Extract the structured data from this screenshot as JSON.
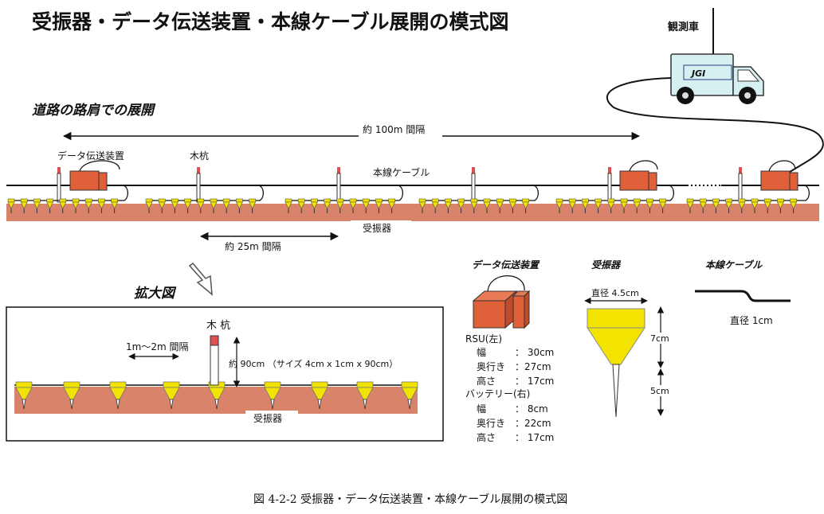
{
  "title": "受振器・データ伝送装置・本線ケーブル展開の模式図",
  "observation_vehicle": {
    "label": "観測車",
    "logo": "JGI"
  },
  "section_road": "道路の路肩での展開",
  "interval_100m": "約 100m 間隔",
  "interval_25m": "約 25m 間隔",
  "label_data_unit": "データ伝送装置",
  "label_stake": "木杭",
  "label_main_cable": "本線ケーブル",
  "label_geophone": "受振器",
  "section_enlarged": "拡大図",
  "enlarged": {
    "stake_label": "木 杭",
    "spacing": "1m〜2m 間隔",
    "stake_height": "約 90cm （サイズ 4cm x 1cm x 90cm）",
    "geophone_label": "受振器"
  },
  "legend_unit": {
    "heading": "データ伝送装置",
    "rsu_heading": "RSU(左)",
    "rsu_specs": [
      {
        "name": "幅",
        "value": "：  30cm"
      },
      {
        "name": "奥行き",
        "value": "：27cm"
      },
      {
        "name": "高さ",
        "value": "：  17cm"
      }
    ],
    "battery_heading": "バッテリー(右)",
    "battery_specs": [
      {
        "name": "幅",
        "value": "：  8cm"
      },
      {
        "name": "奥行き",
        "value": "：22cm"
      },
      {
        "name": "高さ",
        "value": "：  17cm"
      }
    ]
  },
  "legend_geophone": {
    "heading": "受振器",
    "diameter": "直径 4.5cm",
    "body_height": "7cm",
    "spike_length": "5cm"
  },
  "legend_cable": {
    "heading": "本線ケーブル",
    "diameter": "直径  1cm"
  },
  "caption": "図 4-2-2   受振器・データ伝送装置・本線ケーブル展開の模式図",
  "colors": {
    "ground": "#d9846a",
    "unit": "#e0603a",
    "geophone": "#f2e400",
    "stake_top": "#e05050",
    "truck": "#d6f0f2",
    "arrow_outline": "#555555"
  }
}
